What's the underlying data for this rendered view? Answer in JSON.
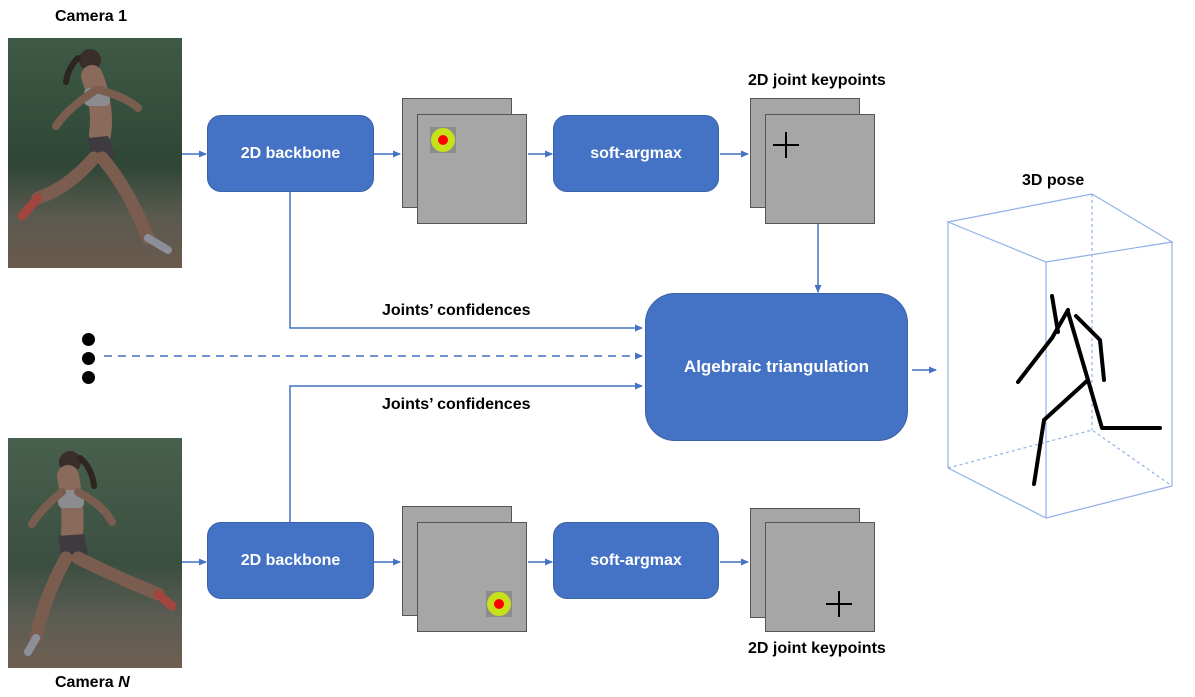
{
  "cameras": {
    "top_label": "Camera 1",
    "bottom_label_prefix": "Camera ",
    "bottom_label_var": "N"
  },
  "blocks": {
    "backbone_top": "2D backbone",
    "backbone_bottom": "2D backbone",
    "argmax_top": "soft-argmax",
    "argmax_bottom": "soft-argmax",
    "triangulation": "Algebraic triangulation"
  },
  "labels": {
    "keypoints_top": "2D joint keypoints",
    "keypoints_bottom": "2D joint keypoints",
    "confidences_top": "Joints’ confidences",
    "confidences_bottom": "Joints’ confidences",
    "pose_3d": "3D pose"
  },
  "colors": {
    "block_fill": "#4472c4",
    "arrow": "#4472c4",
    "map_fill": "#a6a6a6",
    "heatmap_outer": "#c6e01a",
    "heatmap_inner": "#ff0000",
    "box_edge": "#8fb0e8"
  }
}
